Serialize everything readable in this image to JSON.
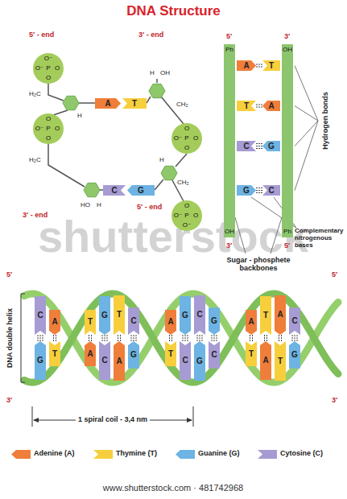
{
  "diagram": {
    "title": "DNA Structure",
    "nodes": [
      {
        "text": [
          "O⁻",
          "O⁻",
          "P",
          "O",
          "O"
        ]
      },
      {
        "text": [
          "A"
        ]
      },
      {
        "text": [
          "T"
        ]
      },
      {
        "text": [
          "O",
          "O⁻",
          "P",
          "O",
          "O"
        ]
      },
      {
        "text": [
          "O",
          "O⁻",
          "P",
          "O",
          "O"
        ]
      },
      {
        "text": [
          "C"
        ]
      },
      {
        "text": [
          "G"
        ]
      },
      {
        "text": [
          "O",
          "O⁻",
          "P",
          "O",
          "O⁻"
        ]
      },
      {
        "text": [
          "Ph",
          "OH"
        ]
      },
      {
        "text": [
          "OH",
          "Ph"
        ]
      },
      {
        "text": [
          "A"
        ]
      },
      {
        "text": [
          "T"
        ]
      },
      {
        "text": [
          "T"
        ]
      },
      {
        "text": [
          "A"
        ]
      },
      {
        "text": [
          "C"
        ]
      },
      {
        "text": [
          "G"
        ]
      },
      {
        "text": [
          "G"
        ]
      },
      {
        "text": [
          "C"
        ]
      },
      {
        "text": [
          "C"
        ]
      },
      {
        "text": [
          "G"
        ]
      },
      {
        "text": [
          "A"
        ]
      },
      {
        "text": [
          "T"
        ]
      },
      {
        "text": [
          "T"
        ]
      },
      {
        "text": [
          "A"
        ]
      },
      {
        "text": [
          "G"
        ]
      },
      {
        "text": [
          "C"
        ]
      },
      {
        "text": [
          "T"
        ]
      },
      {
        "text": [
          "A"
        ]
      },
      {
        "text": [
          "C"
        ]
      },
      {
        "text": [
          "G"
        ]
      },
      {
        "text": [
          "A"
        ]
      },
      {
        "text": [
          "T"
        ]
      },
      {
        "text": [
          "G"
        ]
      },
      {
        "text": [
          "C"
        ]
      },
      {
        "text": [
          "C"
        ]
      },
      {
        "text": [
          "G"
        ]
      },
      {
        "text": [
          "G"
        ]
      },
      {
        "text": [
          "C"
        ]
      },
      {
        "text": [
          "A"
        ]
      },
      {
        "text": [
          "T"
        ]
      },
      {
        "text": [
          "T"
        ]
      },
      {
        "text": [
          "A"
        ]
      },
      {
        "text": [
          "A"
        ]
      },
      {
        "text": [
          "T"
        ]
      },
      {
        "text": [
          "C"
        ]
      },
      {
        "text": [
          "G"
        ]
      }
    ],
    "edges": [
      {
        "from": 10,
        "to": 11,
        "arrow": "none"
      },
      {
        "from": 12,
        "to": 13,
        "arrow": "none"
      },
      {
        "from": 14,
        "to": 15,
        "arrow": "none"
      },
      {
        "from": 16,
        "to": 17,
        "arrow": "none"
      },
      {
        "from": 18,
        "to": 19,
        "arrow": "none"
      },
      {
        "from": 20,
        "to": 21,
        "arrow": "none"
      },
      {
        "from": 22,
        "to": 23,
        "arrow": "none"
      },
      {
        "from": 24,
        "to": 25,
        "arrow": "none"
      },
      {
        "from": 26,
        "to": 27,
        "arrow": "none"
      },
      {
        "from": 28,
        "to": 29,
        "arrow": "none"
      },
      {
        "from": 30,
        "to": 31,
        "arrow": "none"
      },
      {
        "from": 32,
        "to": 33,
        "arrow": "none"
      },
      {
        "from": 34,
        "to": 35,
        "arrow": "none"
      },
      {
        "from": 36,
        "to": 37,
        "arrow": "none"
      },
      {
        "from": 38,
        "to": 39,
        "arrow": "none"
      },
      {
        "from": 40,
        "to": 41,
        "arrow": "none"
      },
      {
        "from": 42,
        "to": 43,
        "arrow": "none"
      },
      {
        "from": 44,
        "to": 45,
        "arrow": "none"
      }
    ],
    "labels": [
      "5′ - end",
      "3′ - end",
      "H",
      "OH",
      "H₂C",
      "H",
      "CH₂",
      "H₂C",
      "H",
      "CH₂",
      "HO",
      "H",
      "3′ - end",
      "5′ - end",
      "5′",
      "3′",
      "3′",
      "5′",
      "Hydrogen bonds",
      "Complementary nitrogenous bases",
      "Sugar - phosphete backbones",
      "shutterstock",
      "5′",
      "3′",
      "5′",
      "3′",
      "DNA double helix",
      "1 spiral coil - 3,4 nm",
      "www.shutterstock.com · 481742968"
    ],
    "legend": [
      {
        "text": "Adenine (A)",
        "color": "#f07e3b"
      },
      {
        "text": "Thymine (T)",
        "color": "#f7cf3d"
      },
      {
        "text": "Guanine (G)",
        "color": "#6db3e3"
      },
      {
        "text": "Cytosine (C)",
        "color": "#a79bd4"
      }
    ]
  }
}
